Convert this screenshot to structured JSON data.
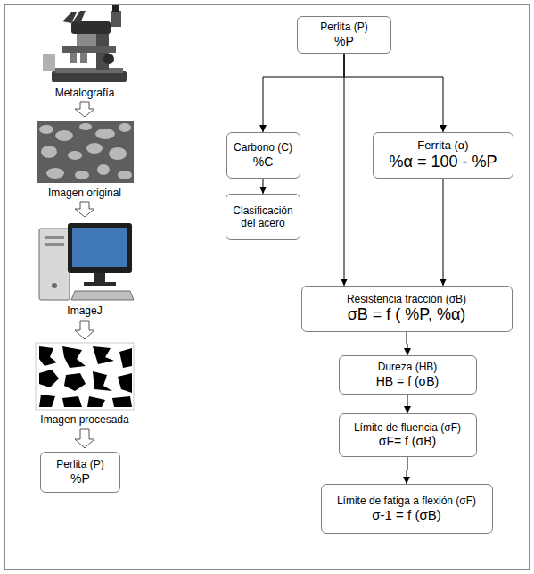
{
  "diagram": {
    "nodes": [
      {
        "text": [
          "Perlita (P)",
          "%P"
        ]
      },
      {
        "text": [
          "Carbono (C)",
          "%C"
        ]
      },
      {
        "text": [
          "Ferrita (α)",
          "%α = 100 - %P"
        ]
      },
      {
        "text": [
          "Clasificación del acero"
        ]
      },
      {
        "text": [
          "Resistencia tracción (σB)",
          "σB = f ( %P, %α)"
        ]
      },
      {
        "text": [
          "Dureza (HB)",
          "HB = f (σB)"
        ]
      },
      {
        "text": [
          "Límite de fluencia (σF)",
          "σF= f (σB)"
        ]
      },
      {
        "text": [
          "Límite de fatiga a flexión (σF)",
          "σ-1 = f (σB)"
        ]
      },
      {
        "text": [
          "Perlita (P)",
          "%P"
        ]
      }
    ],
    "edges": [
      {
        "from": 0,
        "to": 1,
        "arrow": "to"
      },
      {
        "from": 0,
        "to": 2,
        "arrow": "to"
      },
      {
        "from": 0,
        "to": 4,
        "arrow": "to"
      },
      {
        "from": 1,
        "to": 3,
        "arrow": "to"
      },
      {
        "from": 2,
        "to": 4,
        "arrow": "to"
      },
      {
        "from": 4,
        "to": 5,
        "arrow": "to"
      },
      {
        "from": 5,
        "to": 6,
        "arrow": "to"
      },
      {
        "from": 6,
        "to": 7,
        "arrow": "to"
      }
    ],
    "labels": [
      "Metalografía",
      "Imagen original",
      "ImageJ",
      "Imagen procesada"
    ]
  }
}
